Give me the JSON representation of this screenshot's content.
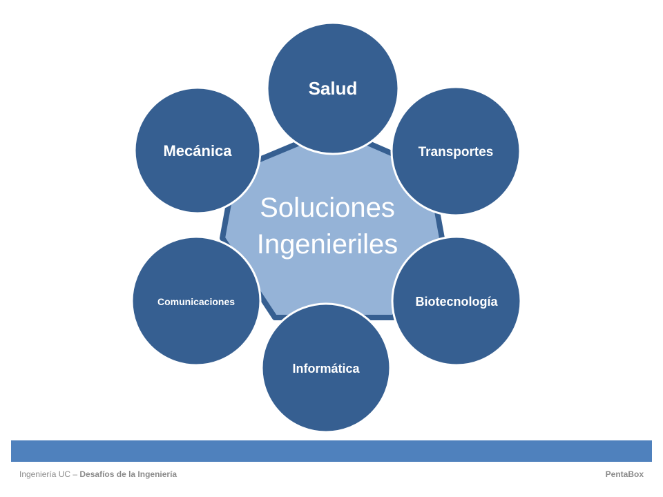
{
  "diagram": {
    "center": {
      "line1": "Soluciones",
      "line2": "Ingenieriles"
    },
    "nodes": [
      {
        "label": "Salud"
      },
      {
        "label": "Transportes"
      },
      {
        "label": "Biotecnología"
      },
      {
        "label": "Informática"
      },
      {
        "label": "Comunicaciones"
      },
      {
        "label": "Mecánica"
      }
    ]
  },
  "footer": {
    "left_prefix": "Ingeniería UC – ",
    "left_bold": "Desafíos de la Ingeniería",
    "right": "PentaBox"
  },
  "colors": {
    "center_fill": "#95b3d7",
    "center_border": "#365f91",
    "node_fill": "#365f91",
    "node_stroke": "#ffffff",
    "footer_bar": "#4f81bd"
  }
}
